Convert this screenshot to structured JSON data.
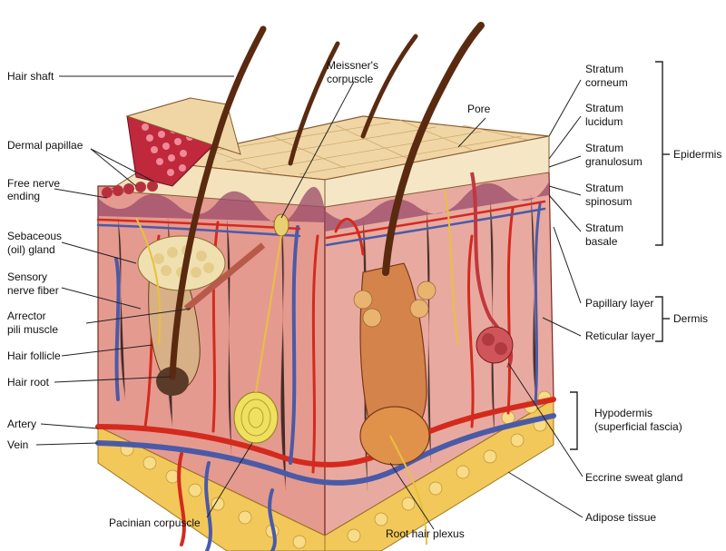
{
  "labels_left": {
    "hair_shaft": "Hair shaft",
    "dermal_papillae": "Dermal papillae",
    "free_nerve_1": "Free nerve",
    "free_nerve_2": "ending",
    "sebaceous_1": "Sebaceous",
    "sebaceous_2": "(oil) gland",
    "sensory_1": "Sensory",
    "sensory_2": "nerve fiber",
    "arrector_1": "Arrector",
    "arrector_2": "pili muscle",
    "hair_follicle": "Hair follicle",
    "hair_root": "Hair root",
    "artery": "Artery",
    "vein": "Vein"
  },
  "labels_top": {
    "meissner_1": "Meissner's",
    "meissner_2": "corpuscle",
    "pore": "Pore"
  },
  "labels_right": {
    "corneum_1": "Stratum",
    "corneum_2": "corneum",
    "lucidum_1": "Stratum",
    "lucidum_2": "lucidum",
    "granulosum_1": "Stratum",
    "granulosum_2": "granulosum",
    "spinosum_1": "Stratum",
    "spinosum_2": "spinosum",
    "basale_1": "Stratum",
    "basale_2": "basale",
    "epidermis": "Epidermis",
    "papillary": "Papillary layer",
    "reticular": "Reticular layer",
    "dermis": "Dermis",
    "hypodermis_1": "Hypodermis",
    "hypodermis_2": "(superficial fascia)",
    "eccrine": "Eccrine sweat gland",
    "adipose": "Adipose tissue"
  },
  "labels_bottom": {
    "pacinian": "Pacinian corpuscle",
    "root_plexus": "Root hair plexus"
  },
  "colors": {
    "epidermis_surface": "#f0d6a4",
    "dermis": "#e8a49a",
    "artery": "#d42a1e",
    "vein": "#4a5aa8",
    "adipose": "#f2c85a",
    "hair": "#5a2a10"
  }
}
